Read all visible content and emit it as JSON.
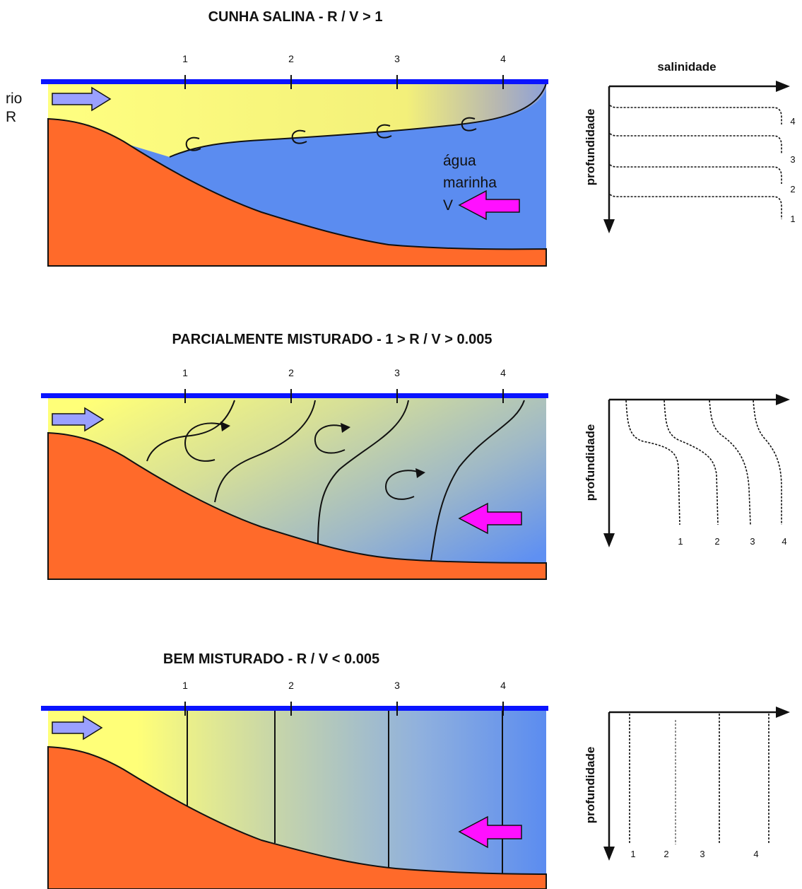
{
  "panels": [
    {
      "title": "CUNHA SALINA -  R / V > 1",
      "stations": [
        "1",
        "2",
        "3",
        "4"
      ],
      "river_label_line1": "rio",
      "river_label_line2": "R",
      "sea_label_line1": "água",
      "sea_label_line2": "marinha",
      "sea_label_line3": "V",
      "profile_x_label": "salinidade",
      "profile_y_label": "profundidade",
      "profile_numbers": [
        "4",
        "3",
        "2",
        "1"
      ]
    },
    {
      "title": "PARCIALMENTE  MISTURADO -  1 > R / V > 0.005",
      "stations": [
        "1",
        "2",
        "3",
        "4"
      ],
      "profile_y_label": "profundidade",
      "profile_numbers": [
        "1",
        "2",
        "3",
        "4"
      ]
    },
    {
      "title": "BEM MISTURADO -  R / V  <  0.005",
      "stations": [
        "1",
        "2",
        "3",
        "4"
      ],
      "profile_y_label": "profundidade",
      "profile_numbers": [
        "1",
        "2",
        "3",
        "4"
      ]
    }
  ],
  "colors": {
    "surface": "#0a14ff",
    "seabed": "#ff6a2a",
    "fresh_water": "#ffff80",
    "sea_water": "#5b8cf0",
    "river_arrow": "#9aa0ff",
    "sea_arrow": "#ff10ff"
  }
}
